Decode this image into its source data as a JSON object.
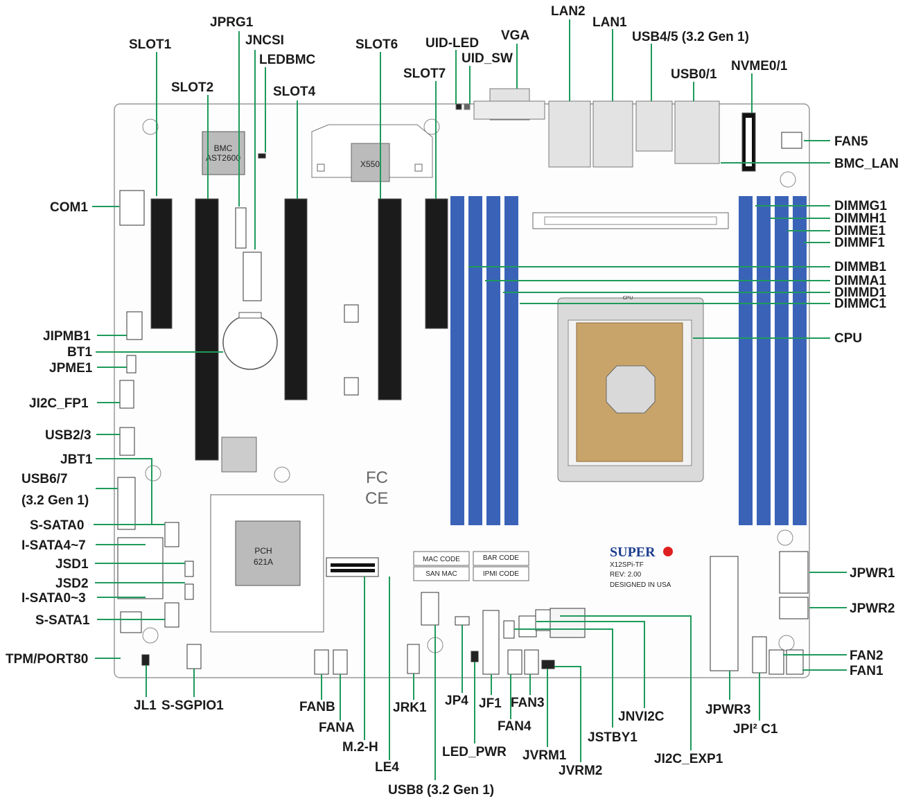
{
  "board": {
    "brand": "SUPER",
    "model": "X12SPi-TF",
    "rev": "REV: 2.00",
    "origin": "DESIGNED IN USA",
    "bmc_chip": [
      "BMC",
      "AST2600"
    ],
    "nic_chip": "X550",
    "pch_chip": [
      "PCH",
      "621A"
    ],
    "cpu_silk": "CPU",
    "fcc": "FC",
    "ce": "CE",
    "boxes": [
      "MAC CODE",
      "BAR CODE",
      "SAN MAC",
      "IPMI CODE"
    ]
  },
  "callouts": {
    "slot1": "SLOT1",
    "jprg1": "JPRG1",
    "jncsi": "JNCSI",
    "ledbmc": "LEDBMC",
    "slot2": "SLOT2",
    "slot4": "SLOT4",
    "slot6": "SLOT6",
    "uid_led": "UID-LED",
    "uid_sw": "UID_SW",
    "slot7": "SLOT7",
    "vga": "VGA",
    "lan2": "LAN2",
    "lan1": "LAN1",
    "usb45": "USB4/5 (3.2 Gen 1)",
    "usb01": "USB0/1",
    "nvme": "NVME0/1",
    "fan5": "FAN5",
    "bmc_lan": "BMC_LAN",
    "com1": "COM1",
    "dimmg1": "DIMMG1",
    "dimmh1": "DIMMH1",
    "dimme1": "DIMME1",
    "dimmf1": "DIMMF1",
    "dimmb1": "DIMMB1",
    "dimma1": "DIMMA1",
    "dimmd1": "DIMMD1",
    "dimmc1": "DIMMC1",
    "jipmb1": "JIPMB1",
    "bt1": "BT1",
    "cpu": "CPU",
    "jpme1": "JPME1",
    "ji2c_fp1": "JI2C_FP1",
    "usb23": "USB2/3",
    "jbt1": "JBT1",
    "usb67": "USB6/7",
    "usb67_gen": "(3.2 Gen 1)",
    "ssata0": "S-SATA0",
    "isata47": "I-SATA4~7",
    "jsd1": "JSD1",
    "jsd2": "JSD2",
    "isata03": "I-SATA0~3",
    "ssata1": "S-SATA1",
    "tpm": "TPM/PORT80",
    "jpwr1": "JPWR1",
    "jpwr2": "JPWR2",
    "fan2": "FAN2",
    "fan1": "FAN1",
    "jl1": "JL1",
    "ssgpio1": "S-SGPIO1",
    "fanb": "FANB",
    "fana": "FANA",
    "m2h": "M.2-H",
    "le4": "LE4",
    "jrk1": "JRK1",
    "jp4": "JP4",
    "jf1": "JF1",
    "fan3": "FAN3",
    "fan4": "FAN4",
    "led_pwr": "LED_PWR",
    "jvrm1": "JVRM1",
    "jvrm2": "JVRM2",
    "jstby1": "JSTBY1",
    "jnvi2c": "JNVI2C",
    "ji2c_exp1": "JI2C_EXP1",
    "jpwr3": "JPWR3",
    "jpi2c1": "JPI² C1",
    "usb8": "USB8 (3.2 Gen 1)"
  },
  "colors": {
    "lead": "#1e9a5a",
    "dimm": "#3a63b8",
    "cpu_pad": "#c9a46a",
    "brand_red": "#e02020",
    "brand_blue": "#1e3f8f"
  }
}
